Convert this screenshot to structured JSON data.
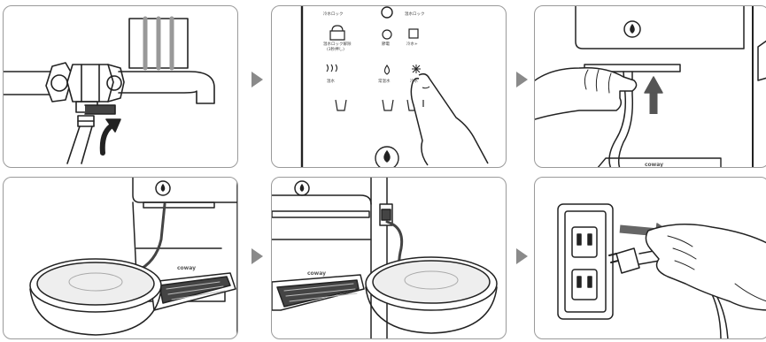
{
  "panel2": {
    "label_left_top": "冷水ロック",
    "label_right_top": "温水ロック",
    "btn1_label_a": "温水ロック解除",
    "btn1_label_b": "(3秒押し)",
    "btn2_label": "節電",
    "btn3_label": "冷水+",
    "row2_label1": "温水",
    "row2_label2": "常温水",
    "row2_label3": "冷水"
  },
  "brand": {
    "name": "coway"
  }
}
